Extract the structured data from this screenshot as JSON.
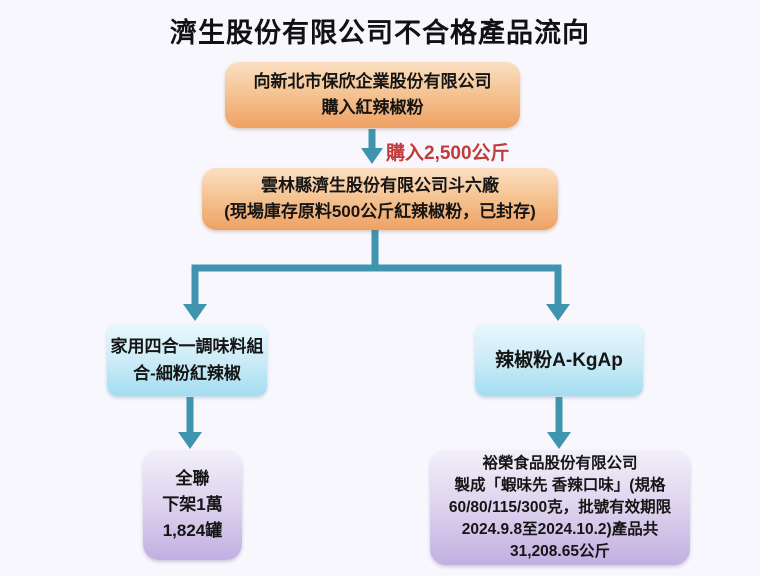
{
  "title": "濟生股份有限公司不合格產品流向",
  "colors": {
    "bg": "#F7F7FD",
    "accent_teal": "#3E95AD",
    "label_red": "#C13B3B",
    "text": "#151515",
    "orange_top": "#FBDFC2",
    "orange_bottom": "#EFA163",
    "blue_top": "#E8F8FD",
    "blue_bottom": "#A3DDF0",
    "purple_top": "#F2EFF9",
    "purple_bottom": "#C1AFE1"
  },
  "flow": {
    "supplier_box": {
      "lines": [
        "向新北市保欣企業股份有限公司",
        "購入紅辣椒粉"
      ]
    },
    "purchase_label": "購入2,500公斤",
    "factory_box": {
      "lines": [
        "雲林縣濟生股份有限公司斗六廠",
        "(現場庫存原料500公斤紅辣椒粉，已封存)"
      ]
    },
    "product_left_box": {
      "lines": [
        "家用四合一調味料組",
        "合-細粉紅辣椒"
      ]
    },
    "product_right_box": {
      "lines": [
        "辣椒粉A-KgAp"
      ]
    },
    "retail_box": {
      "lines": [
        "全聯",
        "下架1萬",
        "1,824罐"
      ]
    },
    "manufacturer_box": {
      "lines": [
        "裕榮食品股份有限公司",
        "製成「蝦味先 香辣口味」(規格",
        "60/80/115/300克，批號有效期限",
        "2024.9.8至2024.10.2)產品共",
        "31,208.65公斤"
      ]
    }
  }
}
